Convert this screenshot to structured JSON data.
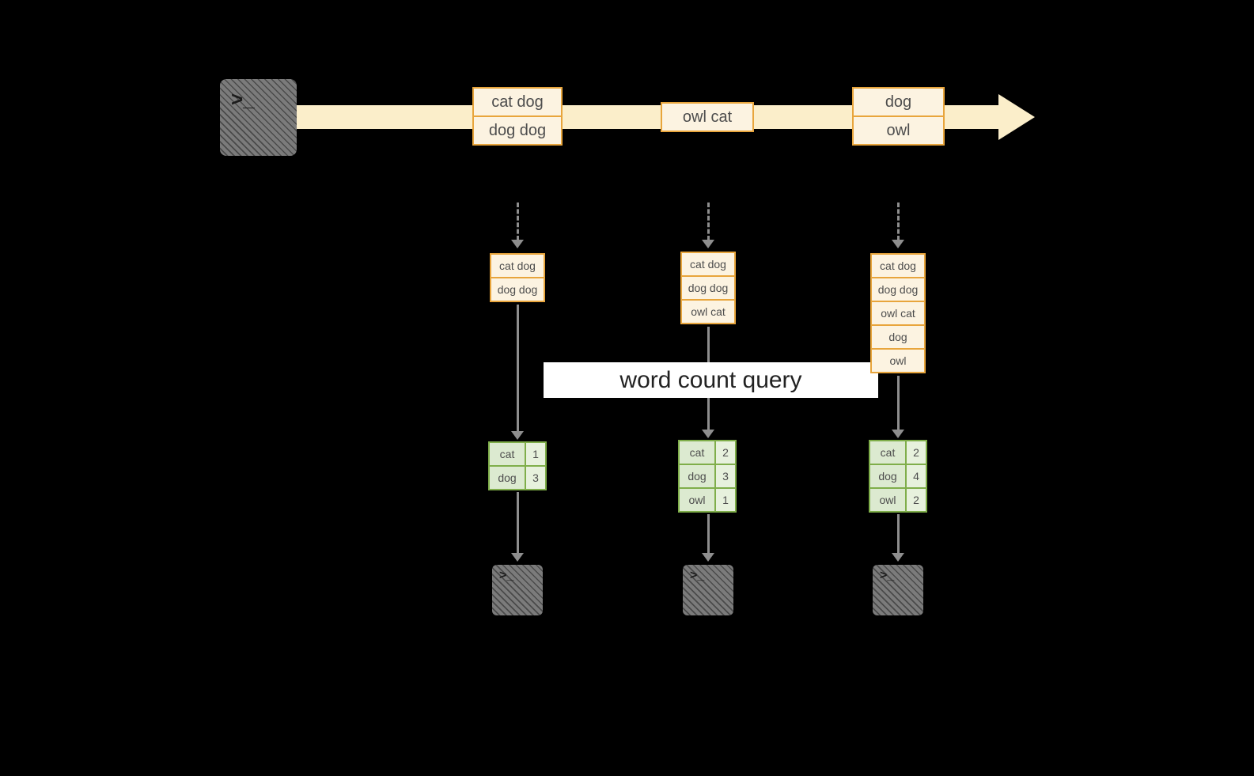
{
  "source": {
    "prompt": ">_"
  },
  "stream": {
    "events": [
      {
        "rows": [
          "cat dog",
          "dog dog"
        ]
      },
      {
        "rows": [
          "owl cat"
        ]
      },
      {
        "rows": [
          "dog",
          "owl"
        ]
      }
    ]
  },
  "query": {
    "banner_label": "word count query"
  },
  "micro_batches": [
    {
      "inputs": [
        "cat dog",
        "dog dog"
      ],
      "result": [
        {
          "word": "cat",
          "count": "1"
        },
        {
          "word": "dog",
          "count": "3"
        }
      ],
      "sink_prompt": ">_"
    },
    {
      "inputs": [
        "cat dog",
        "dog dog",
        "owl cat"
      ],
      "result": [
        {
          "word": "cat",
          "count": "2"
        },
        {
          "word": "dog",
          "count": "3"
        },
        {
          "word": "owl",
          "count": "1"
        }
      ],
      "sink_prompt": ">_"
    },
    {
      "inputs": [
        "cat dog",
        "dog dog",
        "owl cat",
        "dog",
        "owl"
      ],
      "result": [
        {
          "word": "cat",
          "count": "2"
        },
        {
          "word": "dog",
          "count": "4"
        },
        {
          "word": "owl",
          "count": "2"
        }
      ],
      "sink_prompt": ">_"
    }
  ],
  "colors": {
    "background": "#000000",
    "stream_band": "#fbeeca",
    "box_border": "#e8a53c",
    "box_fill": "#fcf3e1",
    "table_border": "#7fae4a",
    "table_fill": "#dcead0",
    "arrow": "#8e8e8e",
    "banner_bg": "#ffffff"
  }
}
